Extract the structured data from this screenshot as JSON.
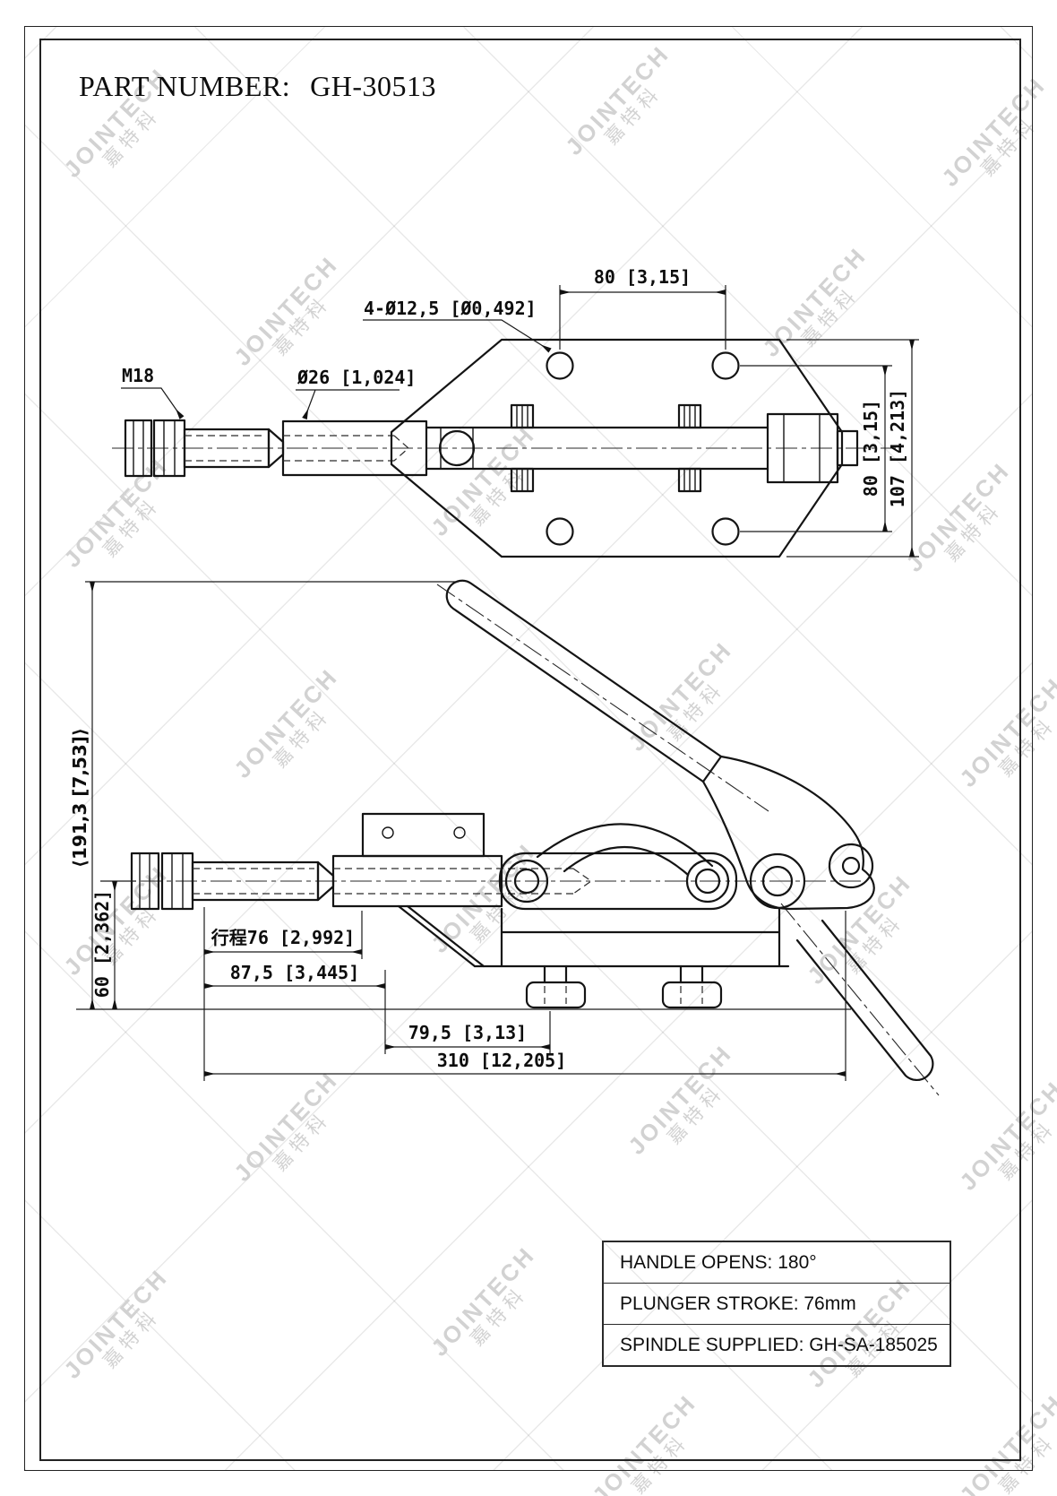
{
  "page": {
    "title_label": "PART NUMBER:",
    "part_number": "GH-30513"
  },
  "watermark": {
    "brand": "JOINTECH",
    "brand_cjk": "嘉特科"
  },
  "top_view": {
    "dims": {
      "hole_spacing_h": "80 [3,15]",
      "holes": "4-Ø12,5 [Ø0,492]",
      "thread": "M18",
      "plunger_dia": "Ø26 [1,024]",
      "hole_spacing_v": "80 [3,15]",
      "base_width": "107 [4,213]"
    }
  },
  "side_view": {
    "dims": {
      "open_height": "⟨191,3 [7,53]⟩",
      "base_height": "60 [2,362]",
      "stroke": "行程76 [2,992]",
      "len_mid": "87,5 [3,445]",
      "len_front": "79,5 [3,13]",
      "overall_length": "310 [12,205]"
    }
  },
  "spec_table": {
    "rows": [
      {
        "text": "HANDLE OPENS: 180°"
      },
      {
        "text": "PLUNGER STROKE: 76mm"
      },
      {
        "text": "SPINDLE SUPPLIED: GH-SA-185025"
      }
    ]
  }
}
